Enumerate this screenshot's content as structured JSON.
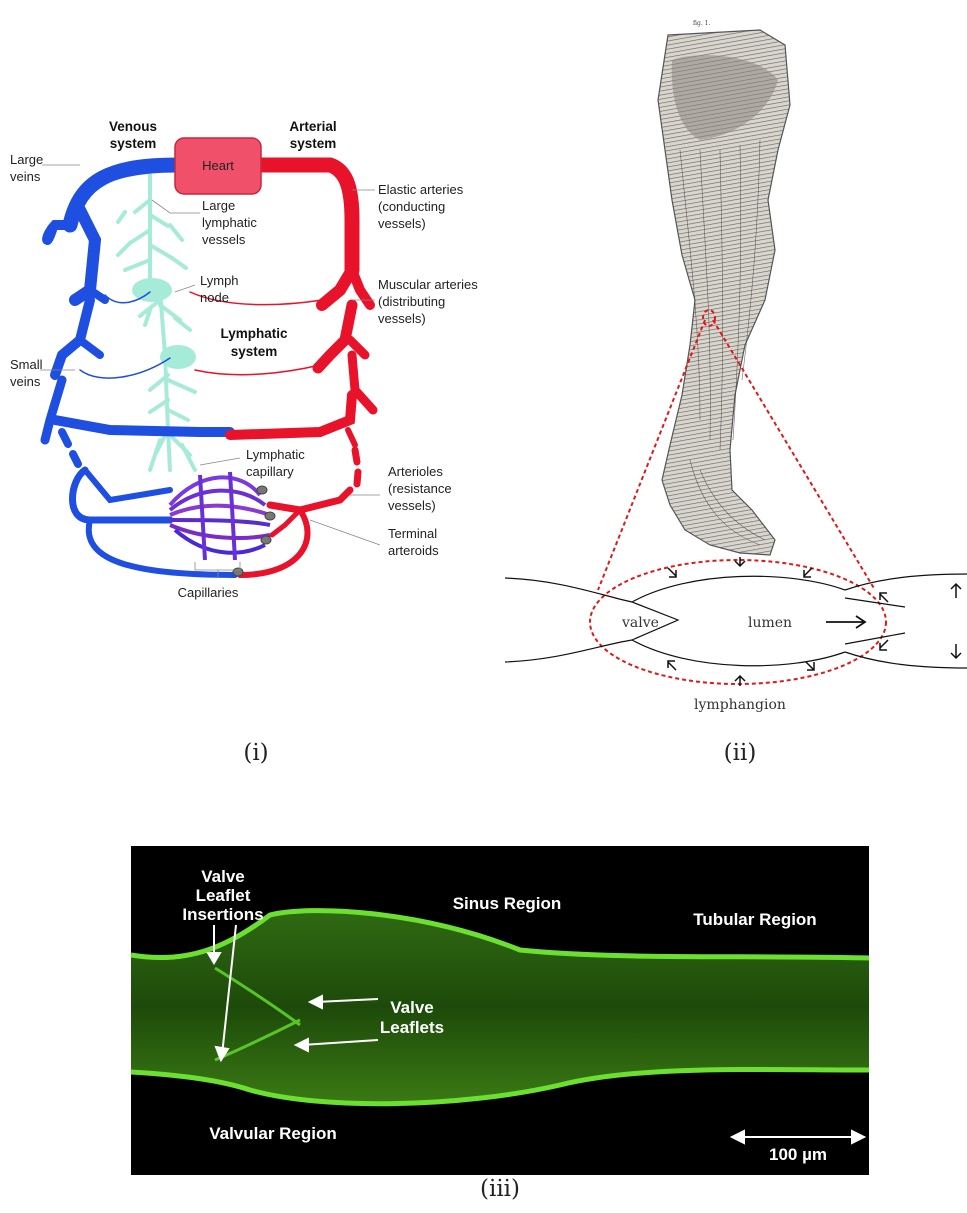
{
  "panel_i": {
    "venous_title": [
      "Venous",
      "system"
    ],
    "arterial_title": [
      "Arterial",
      "system"
    ],
    "heart": "Heart",
    "large_veins": [
      "Large",
      "veins"
    ],
    "small_veins": [
      "Small",
      "veins"
    ],
    "large_lymphatic": [
      "Large",
      "lymphatic",
      "vessels"
    ],
    "lymph_node": [
      "Lymph",
      "node"
    ],
    "lymphatic_system": [
      "Lymphatic",
      "system"
    ],
    "lymphatic_capillary": [
      "Lymphatic",
      "capillary"
    ],
    "elastic_arteries": [
      "Elastic arteries",
      "(conducting",
      "vessels)"
    ],
    "muscular_arteries": [
      "Muscular arteries",
      "(distributing",
      "vessels)"
    ],
    "arterioles": [
      "Arterioles",
      "(resistance",
      "vessels)"
    ],
    "terminal_arteroids": [
      "Terminal",
      "arteroids"
    ],
    "capillaries": "Capillaries",
    "caption": "(i)",
    "colors": {
      "vein": "#1f4fe0",
      "artery": "#e8122a",
      "lymph": "#a6ead8",
      "heart": "#f0506a"
    }
  },
  "panel_ii": {
    "fig_label": "fig. 1.",
    "valve": "valve",
    "lumen": "lumen",
    "lymphangion": "lymphangion",
    "caption": "(ii)",
    "colors": {
      "dashed_outline": "#e01818"
    }
  },
  "panel_iii": {
    "valve_leaflet_insertions": [
      "Valve",
      "Leaflet",
      "Insertions"
    ],
    "sinus_region": "Sinus Region",
    "tubular_region": "Tubular Region",
    "valve_leaflets": [
      "Valve",
      "Leaflets"
    ],
    "valvular_region": "Valvular Region",
    "scale_bar": "100 µm",
    "caption": "(iii)",
    "colors": {
      "vessel_green": "#5ccd2a",
      "background": "#000000"
    }
  }
}
